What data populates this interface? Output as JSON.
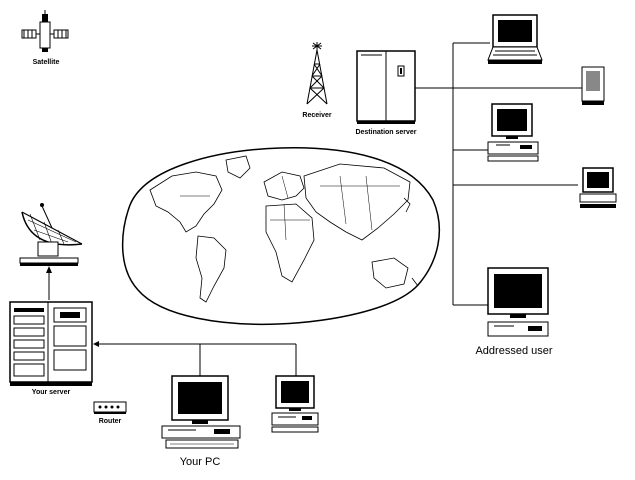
{
  "diagram": {
    "labels": {
      "satellite": "Satellite",
      "receiver": "Receiver",
      "destination_server": "Destination server",
      "your_server": "Your server",
      "router": "Router",
      "your_pc": "Your PC",
      "addressed_user": "Addressed user"
    },
    "icons": [
      "satellite-icon",
      "receiver-tower-icon",
      "destination-server-icon",
      "laptop-icon",
      "pda-icon",
      "desktop-computer-icon",
      "satellite-dish-icon",
      "your-server-icon",
      "router-icon",
      "world-map-icon"
    ],
    "colors": {
      "ink": "#000000",
      "background": "#ffffff"
    }
  }
}
